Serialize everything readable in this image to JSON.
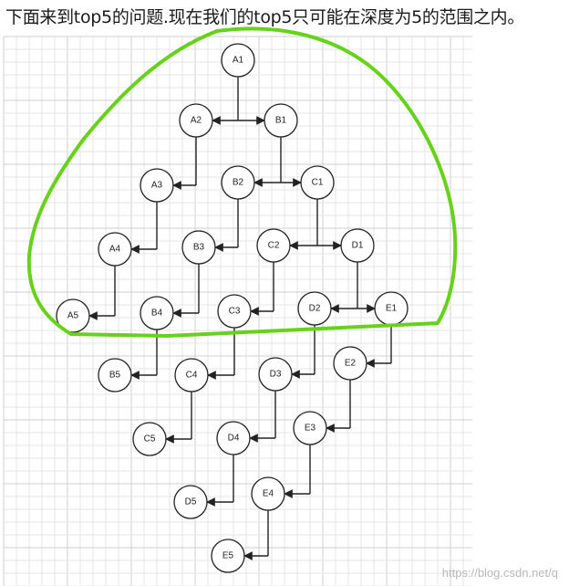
{
  "heading": "下面来到top5的问题.现在我们的top5只可能在深度为5的范围之内。",
  "watermark": "https://blog.csdn.net/q",
  "colors": {
    "highlight": "#67d21a",
    "ink": "#222222",
    "grid": "#e6e6e6"
  },
  "nodes": [
    {
      "id": "A1",
      "label": "A1"
    },
    {
      "id": "A2",
      "label": "A2"
    },
    {
      "id": "B1",
      "label": "B1"
    },
    {
      "id": "A3",
      "label": "A3"
    },
    {
      "id": "B2",
      "label": "B2"
    },
    {
      "id": "C1",
      "label": "C1"
    },
    {
      "id": "A4",
      "label": "A4"
    },
    {
      "id": "B3",
      "label": "B3"
    },
    {
      "id": "C2",
      "label": "C2"
    },
    {
      "id": "D1",
      "label": "D1"
    },
    {
      "id": "A5",
      "label": "A5"
    },
    {
      "id": "B4",
      "label": "B4"
    },
    {
      "id": "C3",
      "label": "C3"
    },
    {
      "id": "D2",
      "label": "D2"
    },
    {
      "id": "E1",
      "label": "E1"
    },
    {
      "id": "B5",
      "label": "B5"
    },
    {
      "id": "C4",
      "label": "C4"
    },
    {
      "id": "D3",
      "label": "D3"
    },
    {
      "id": "E2",
      "label": "E2"
    },
    {
      "id": "C5",
      "label": "C5"
    },
    {
      "id": "D4",
      "label": "D4"
    },
    {
      "id": "E3",
      "label": "E3"
    },
    {
      "id": "D5",
      "label": "D5"
    },
    {
      "id": "E4",
      "label": "E4"
    },
    {
      "id": "E5",
      "label": "E5"
    }
  ],
  "edges": [
    [
      "A1",
      "A2"
    ],
    [
      "A1",
      "B1"
    ],
    [
      "A2",
      "A3"
    ],
    [
      "B1",
      "B2"
    ],
    [
      "B1",
      "C1"
    ],
    [
      "A3",
      "A4"
    ],
    [
      "B2",
      "B3"
    ],
    [
      "C1",
      "C2"
    ],
    [
      "C1",
      "D1"
    ],
    [
      "A4",
      "A5"
    ],
    [
      "B3",
      "B4"
    ],
    [
      "C2",
      "C3"
    ],
    [
      "D1",
      "D2"
    ],
    [
      "D1",
      "E1"
    ],
    [
      "B4",
      "B5"
    ],
    [
      "C3",
      "C4"
    ],
    [
      "D2",
      "D3"
    ],
    [
      "E1",
      "E2"
    ],
    [
      "C4",
      "C5"
    ],
    [
      "D3",
      "D4"
    ],
    [
      "E2",
      "E3"
    ],
    [
      "D4",
      "D5"
    ],
    [
      "E3",
      "E4"
    ],
    [
      "E4",
      "E5"
    ]
  ]
}
